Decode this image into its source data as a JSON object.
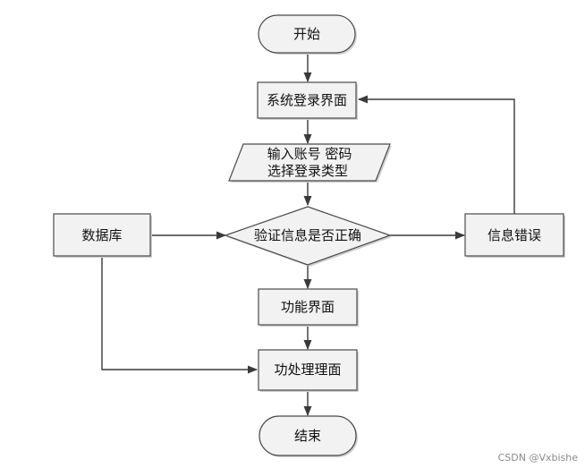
{
  "diagram": {
    "nodes": {
      "start": "开始",
      "login": "系统登录界面",
      "input_line1": "输入账号 密码",
      "input_line2": "选择登录类型",
      "db": "数据库",
      "verify": "验证信息是否正确",
      "error": "信息错误",
      "function": "功能界面",
      "process": "功处理理面",
      "end": "结束"
    },
    "watermark": "CSDN @Vxbishe"
  }
}
